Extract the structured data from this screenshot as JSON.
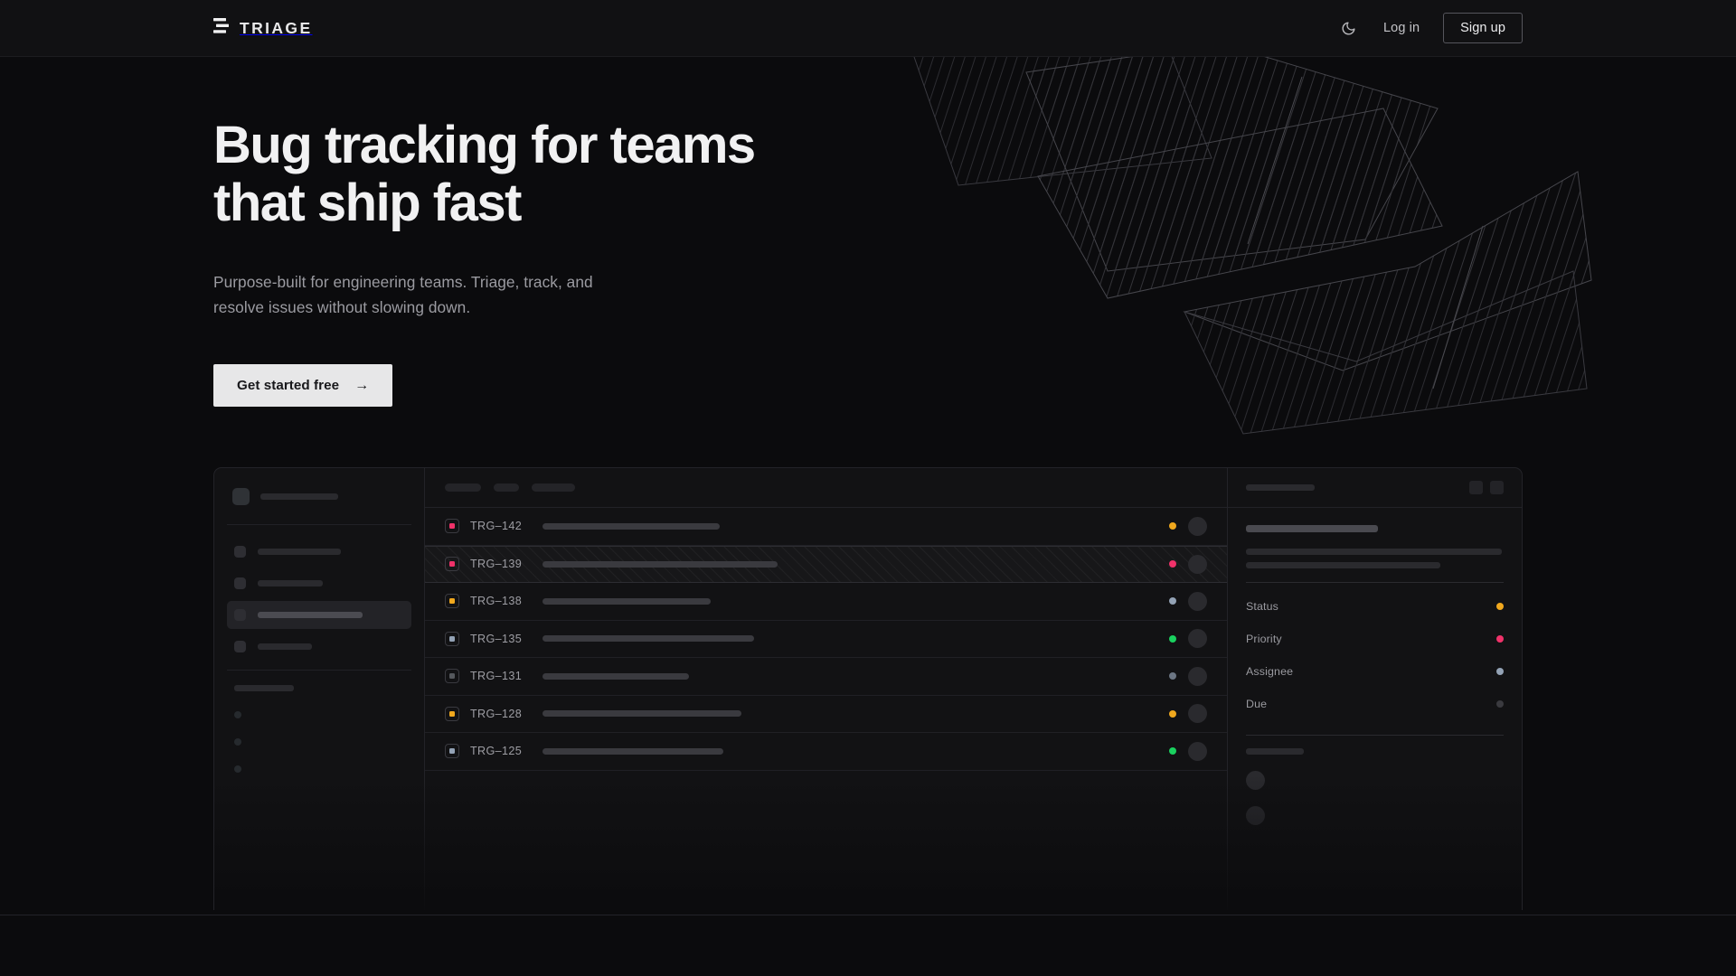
{
  "theme": {
    "bg": "#0b0b0d",
    "nav_bg": "#111113",
    "panel_bg": "#121214",
    "border": "#232328",
    "accent_amber": "#f0a81e",
    "accent_pink": "#f0326a",
    "accent_green": "#1ad15f",
    "accent_slate": "#93a2b5",
    "accent_muted": "#3a3a3f",
    "cta_bg": "#e7e7e8",
    "text_primary": "#f1f1f2",
    "text_muted": "#9b9ba1"
  },
  "nav": {
    "brand": "TRIAGE",
    "brand_icon": "stacked-bars-logo-icon",
    "theme_toggle_icon": "moon-icon",
    "login_label": "Log in",
    "signup_label": "Sign up"
  },
  "hero": {
    "headline_line1": "Bug tracking for teams",
    "headline_line2": "that ship fast",
    "subhead": "Purpose-built for engineering teams. Triage, track, and resolve issues without slowing down.",
    "cta_label": "Get started free",
    "cta_icon": "arrow-right-icon"
  },
  "mockup": {
    "sidebar": {
      "workspace_icon": "workspace-square-icon",
      "workspace_label_width": 86,
      "nav_items": [
        {
          "icon": "nav-item-icon",
          "label_width": 92,
          "active": false
        },
        {
          "icon": "nav-item-icon",
          "label_width": 72,
          "active": false
        },
        {
          "icon": "nav-item-icon",
          "label_width": 116,
          "active": true
        },
        {
          "icon": "nav-item-icon",
          "label_width": 60,
          "active": false
        }
      ],
      "section_label_width": 66,
      "mini_items": 3
    },
    "toolbar": {
      "chips": [
        40,
        28,
        48
      ]
    },
    "list": {
      "rows": [
        {
          "id": "TRG–142",
          "priority_color": "#f0326a",
          "title_width": 196,
          "status_color": "#f0a81e",
          "hatched": false
        },
        {
          "id": "TRG–139",
          "priority_color": "#f0326a",
          "title_width": 260,
          "status_color": "#f0326a",
          "hatched": true
        },
        {
          "id": "TRG–138",
          "priority_color": "#f0a81e",
          "title_width": 186,
          "status_color": "#93a2b5",
          "hatched": false
        },
        {
          "id": "TRG–135",
          "priority_color": "#93a2b5",
          "title_width": 234,
          "status_color": "#1ad15f",
          "hatched": false
        },
        {
          "id": "TRG–131",
          "priority_color": "#55585d",
          "title_width": 162,
          "status_color": "#6c7684",
          "hatched": false
        },
        {
          "id": "TRG–128",
          "priority_color": "#f0a81e",
          "title_width": 220,
          "status_color": "#f0a81e",
          "hatched": false
        },
        {
          "id": "TRG–125",
          "priority_color": "#93a2b5",
          "title_width": 200,
          "status_color": "#1ad15f",
          "hatched": false
        }
      ]
    },
    "detail": {
      "header_title_width": 76,
      "header_actions": [
        "detail-action-one-icon",
        "detail-action-two-icon"
      ],
      "body_title_width": 146,
      "body_lines": [
        283,
        215
      ],
      "fields": [
        {
          "label": "Status",
          "value_color": "#f0a81e"
        },
        {
          "label": "Priority",
          "value_color": "#f0326a"
        },
        {
          "label": "Assignee",
          "value_color": "#93a2b5"
        },
        {
          "label": "Due",
          "value_color": "#3a3a3f"
        }
      ],
      "footer_label_width": 64,
      "footer_avatars": 2
    }
  }
}
